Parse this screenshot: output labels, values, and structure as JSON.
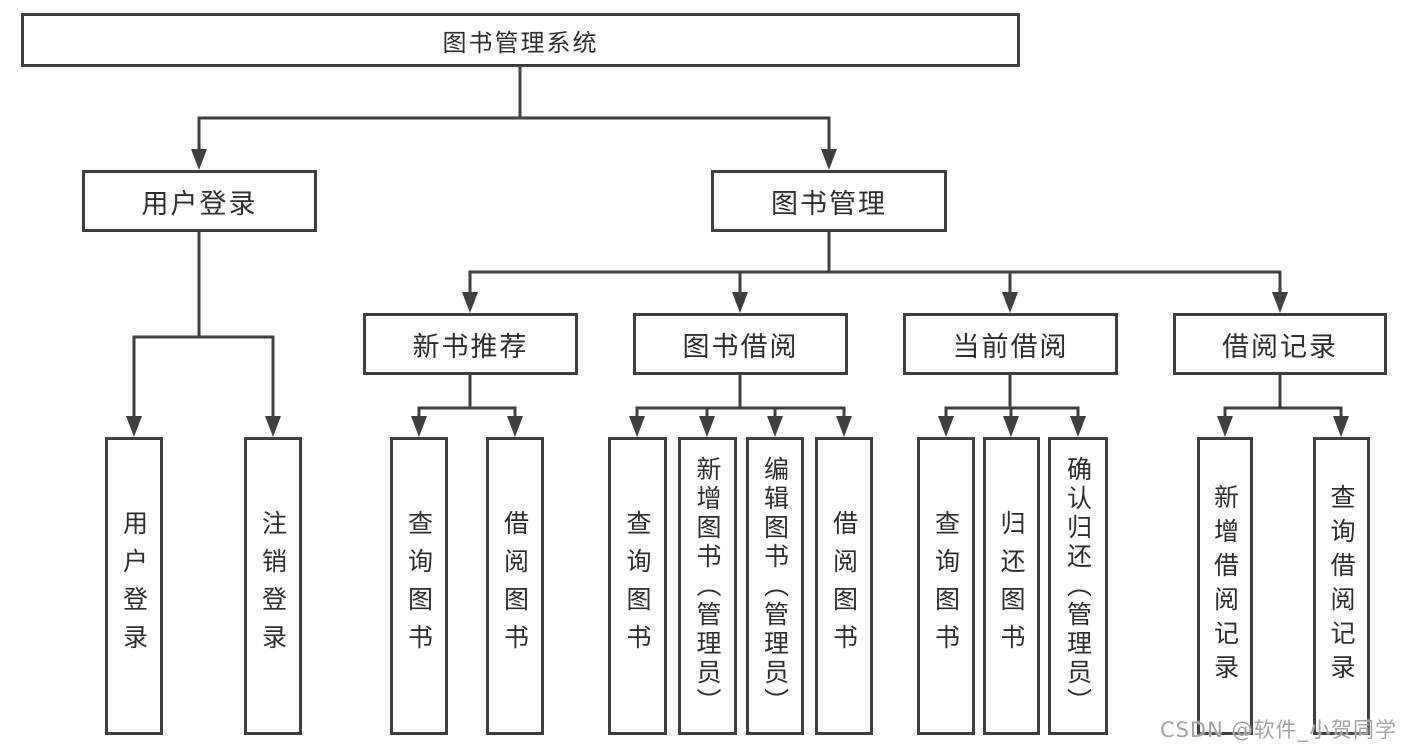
{
  "colors": {
    "line": "#3f3f3f",
    "text": "#2e2e2e",
    "watermark": "#a3a3a3",
    "background": "#ffffff"
  },
  "watermark": "CSDN @软件_小贺同学",
  "nodes": {
    "root": "图书管理系统",
    "user_login_branch": {
      "label": "用户登录",
      "leaves": [
        "用户登录",
        "注销登录"
      ]
    },
    "book_mgmt_branch": {
      "label": "图书管理",
      "groups": [
        {
          "label": "新书推荐",
          "leaves": [
            "查询图书",
            "借阅图书"
          ]
        },
        {
          "label": "图书借阅",
          "leaves": [
            "查询图书",
            "新增图书（管理员）",
            "编辑图书（管理员）",
            "借阅图书"
          ]
        },
        {
          "label": "当前借阅",
          "leaves": [
            "查询图书",
            "归还图书",
            "确认归还（管理员）"
          ]
        },
        {
          "label": "借阅记录",
          "leaves": [
            "新增借阅记录",
            "查询借阅记录"
          ]
        }
      ]
    }
  }
}
